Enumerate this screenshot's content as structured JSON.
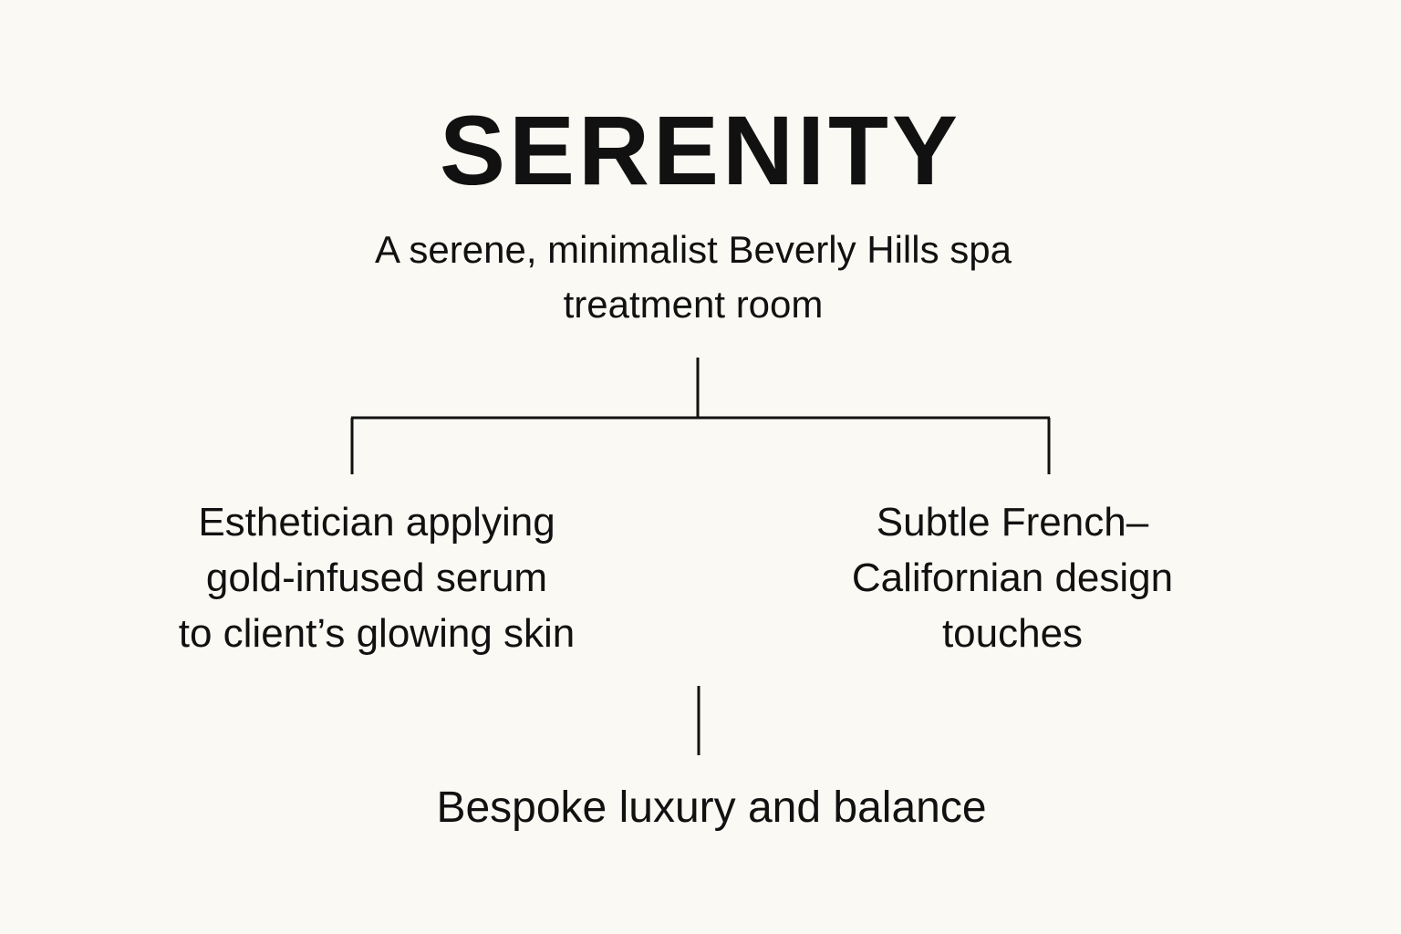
{
  "title": "SERENITY",
  "root": {
    "lines": [
      "A serene, minimalist Beverly Hills spa",
      "treatment room"
    ]
  },
  "branches": [
    {
      "lines": [
        "Esthetician applying",
        "gold-infused serum",
        "to client’s glowing skin"
      ]
    },
    {
      "lines": [
        "Subtle French–",
        "Californian design",
        "touches"
      ]
    }
  ],
  "conclusion": "Bespoke luxury and balance",
  "colors": {
    "background": "#fbf9f3",
    "text": "#111111",
    "lines": "#111111"
  }
}
